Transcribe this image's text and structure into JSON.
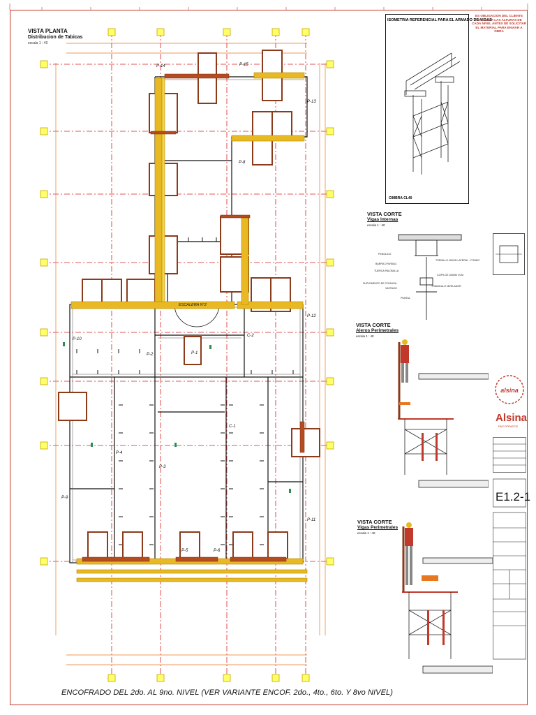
{
  "plan": {
    "title": "VISTA PLANTA",
    "subtitle": "Distribucion de Tabicas",
    "scale": "escala 1 : 40"
  },
  "iso": {
    "title": "ISOMETRIA REFERENCIAL PARA EL ARMADO DE VIGAS",
    "label": "CIMBRA CL40"
  },
  "note": "ES OBLIGACION DEL CLIENTE VERIFICAR LAS ALTURAS DE CADA NIVEL ANTES DE SOLICITAR EL MATERIAL PARA ENVIAR A OBRA",
  "sections": [
    {
      "title": "VISTA CORTE",
      "subtitle": "Vigas Internas",
      "scale": "escala 1 : 40"
    },
    {
      "title": "VISTA CORTE",
      "subtitle": "Aleros Perimetrales",
      "scale": "escala 1 : 40"
    },
    {
      "title": "VISTA CORTE",
      "subtitle": "Vigas Perimetrales",
      "scale": "escala 1 : 40"
    }
  ],
  "callouts": {
    "fenolico": "FENOLICO",
    "barra": "BARRA DYWIDAG",
    "tuerca": "TUERCA PALOMILLA",
    "suplemento": "SUPLEMENTO DE CONVIGA",
    "vastago": "VASTAGO",
    "puntal": "PUNTAL",
    "tornillo": "TORNILLO UNION LATERAL - FONDO",
    "clips": "CLIPS DE UNION VCM",
    "triangulo": "TRIANGULO NIVELADOR"
  },
  "plan_labels": {
    "p14": "P-14",
    "p15": "P-15",
    "p13": "P-13",
    "p8": "P-8",
    "p12": "P-12",
    "p10": "P-10",
    "p2": "P-2",
    "p1": "P-1",
    "c2": "C-2",
    "c1": "C-1",
    "p4": "P-4",
    "p3": "P-3",
    "p9": "P-9",
    "p11": "P-11",
    "p5": "P-5",
    "p6": "P-6",
    "escalera": "ESCALERA N°2"
  },
  "legend": {
    "code": "E1.2-1",
    "brand": "Alsina",
    "brand_sub": "ENCOFRADOS"
  },
  "footer": "ENCOFRADO DEL 2do. AL 9no. NIVEL (VER VARIANTE ENCOF. 2do., 4to., 6to. Y 8vo NIVEL)",
  "colors": {
    "frame": "#c0392b",
    "axis": "#d91f1f",
    "beam_yellow": "#e8b923",
    "beam_brown": "#8b3a1a",
    "dim_orange": "#e87722",
    "column": "#d4a22a"
  }
}
